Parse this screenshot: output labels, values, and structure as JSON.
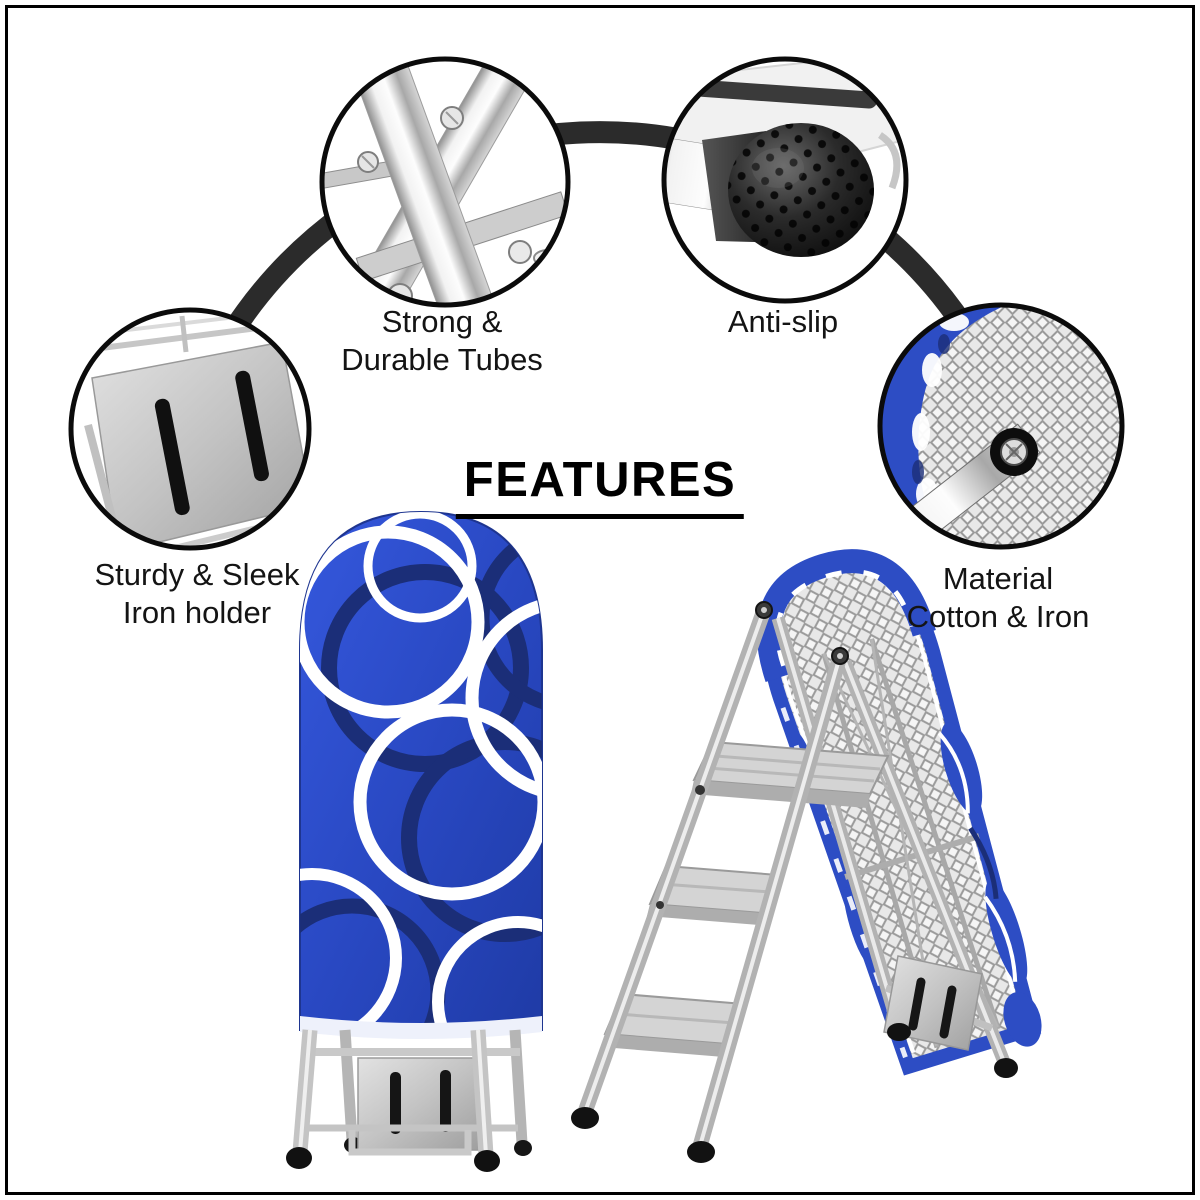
{
  "frame": {
    "background": "#ffffff",
    "border_color": "#000000"
  },
  "title": {
    "text": "FEATURES"
  },
  "callouts": {
    "tubes": {
      "lines": [
        "Strong &",
        "Durable Tubes"
      ],
      "image": "tube-joint-closeup"
    },
    "antislip": {
      "lines": [
        "Anti-slip"
      ],
      "image": "rubber-foot-cap-closeup"
    },
    "iron_holder": {
      "lines": [
        "Sturdy & Sleek",
        "Iron holder"
      ],
      "image": "iron-holder-plate-closeup"
    },
    "material": {
      "lines": [
        "Material",
        "Cotton & Iron"
      ],
      "image": "mesh-and-cover-closeup"
    }
  },
  "products": {
    "left": "folded-ironing-board-with-blue-cover",
    "right": "step-ladder-with-ironing-board"
  },
  "colors": {
    "cover_blue": "#2d4dc4",
    "cover_navy": "#1b2e78",
    "swirl_white": "#ffffff",
    "metal_silver": "#c6c6c6",
    "connector_arc": "#2b2b2b"
  }
}
